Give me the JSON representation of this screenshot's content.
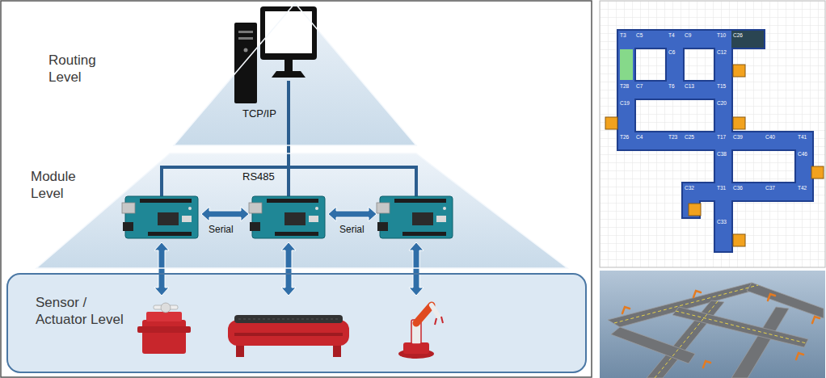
{
  "diagram": {
    "nodes": [
      {
        "text": [
          "Routing Level"
        ]
      },
      {
        "text": [
          "Module Level"
        ]
      },
      {
        "text": [
          "Sensor / Actuator Level"
        ]
      }
    ],
    "labels": [
      "TCP/IP",
      "RS485",
      "Serial",
      "Serial",
      "T3",
      "C5",
      "T4",
      "C9",
      "T10",
      "C26",
      "C6",
      "C12",
      "T28",
      "C7",
      "T6",
      "C13",
      "T15",
      "C19",
      "C20",
      "T26",
      "C4",
      "T23",
      "C25",
      "T17",
      "C39",
      "C40",
      "T41",
      "C38",
      "C46",
      "C32",
      "T31",
      "C36",
      "C37",
      "T42",
      "C33"
    ]
  }
}
